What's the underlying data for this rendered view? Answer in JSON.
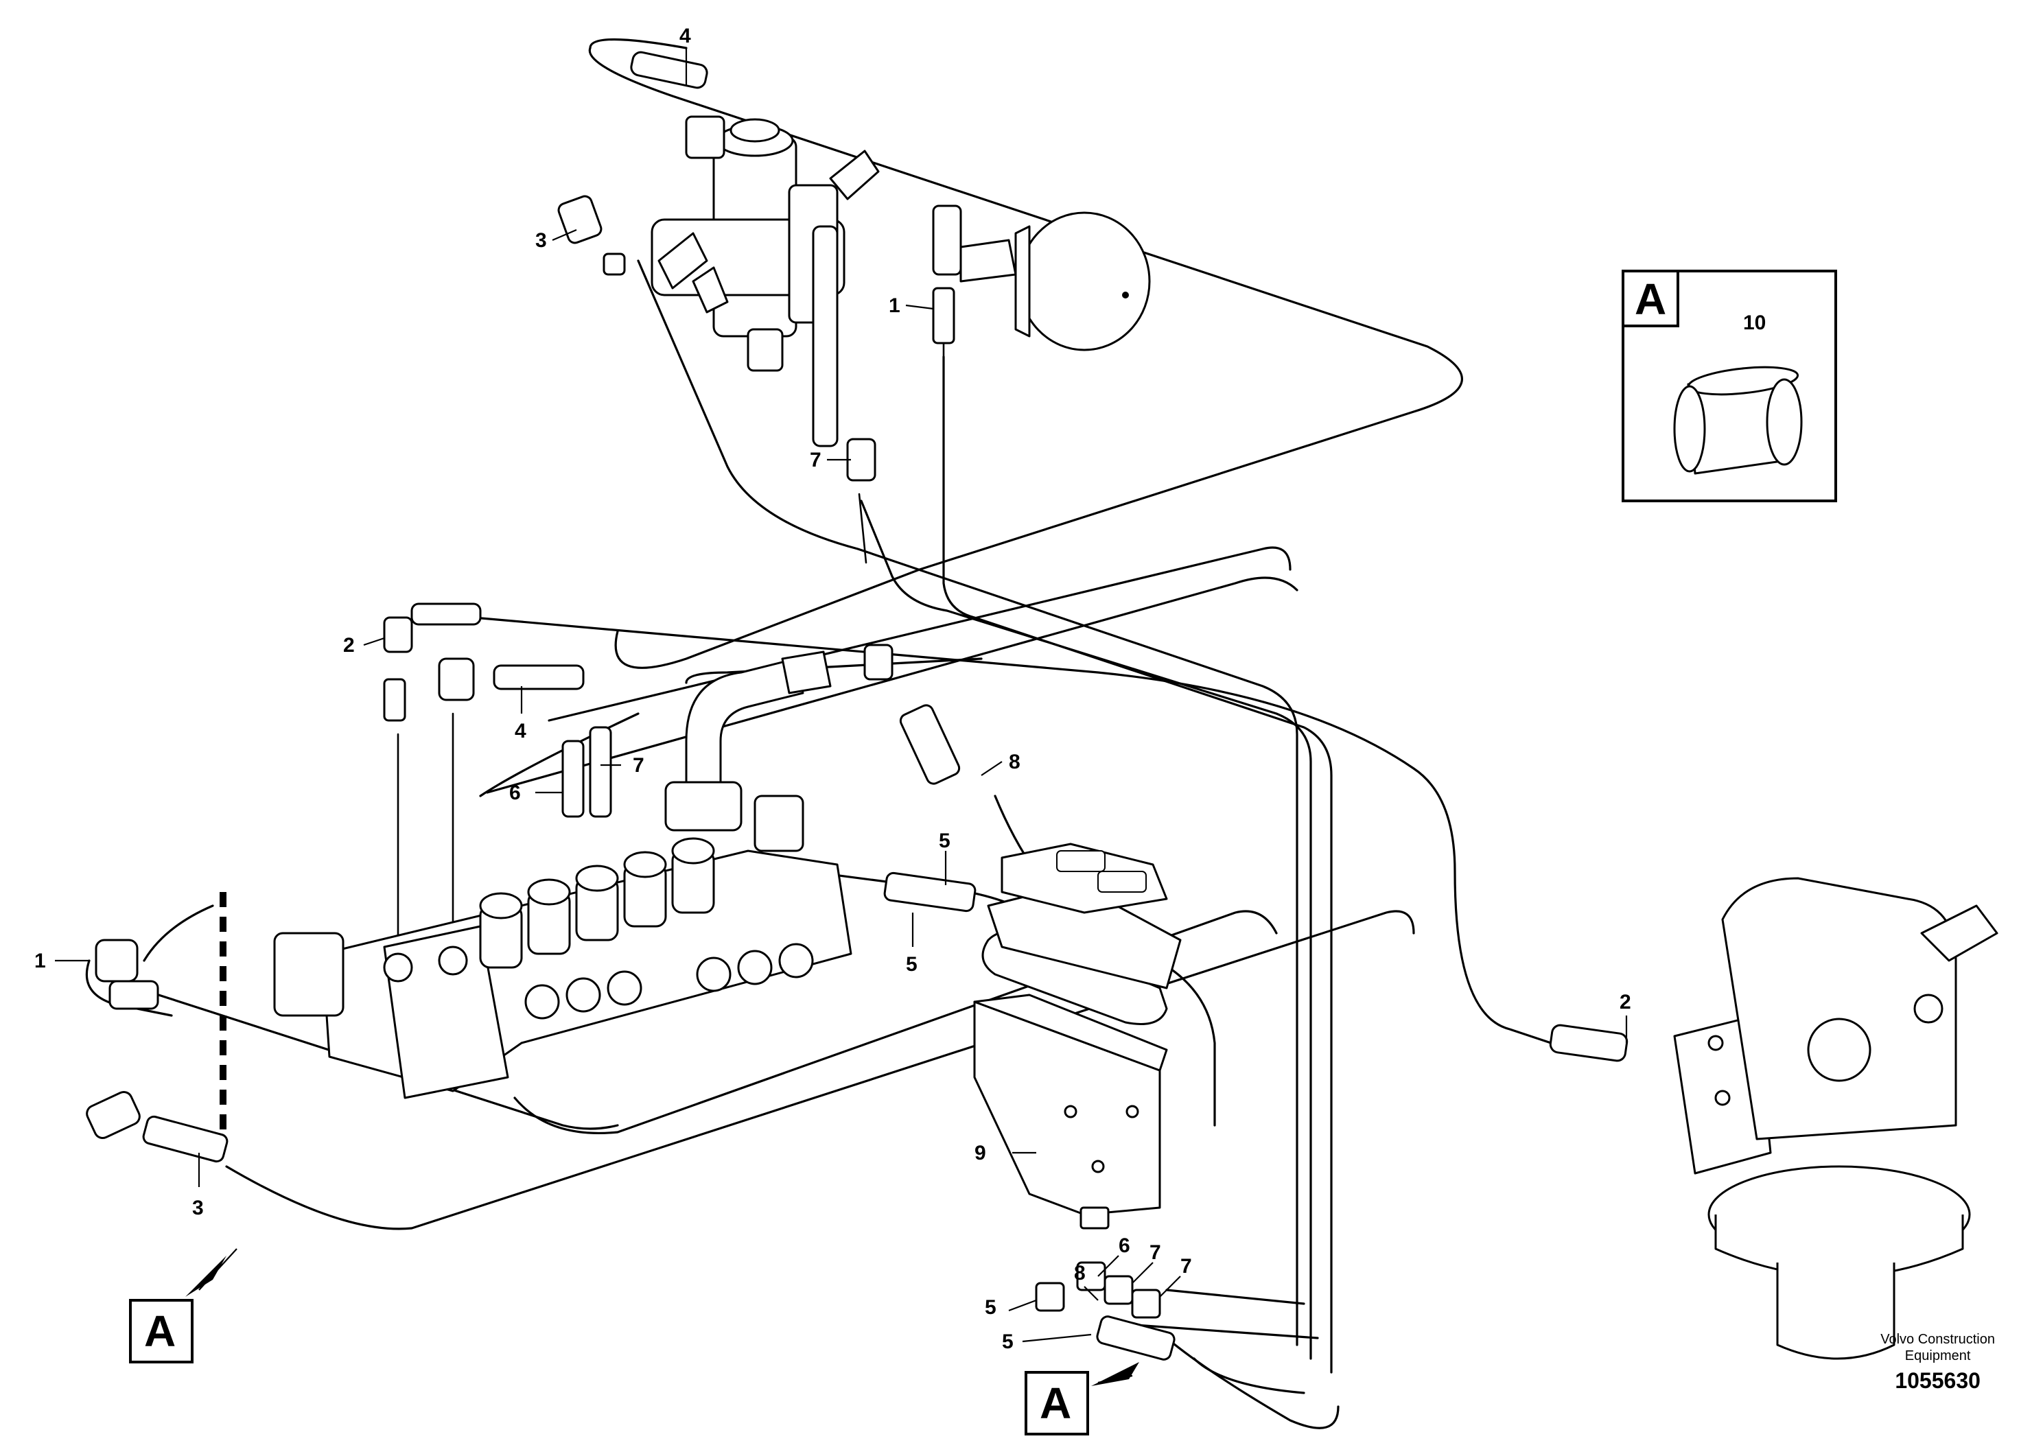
{
  "callouts": {
    "c1_top": "1",
    "c1_left": "1",
    "c2_left": "2",
    "c2_right": "2",
    "c3_top": "3",
    "c3_bottom": "3",
    "c4_top": "4",
    "c4_mid": "4",
    "c5_a": "5",
    "c5_b": "5",
    "c5_c": "5",
    "c5_d": "5",
    "c6_mid": "6",
    "c6_bottom": "6",
    "c7_top": "7",
    "c7_mid": "7",
    "c7_b1": "7",
    "c7_b2": "7",
    "c8_mid": "8",
    "c8_bottom": "8",
    "c9": "9",
    "c10": "10"
  },
  "detail_view": {
    "letter": "A"
  },
  "view_markers": {
    "left": "A",
    "bottom": "A"
  },
  "credit": {
    "line1": "Volvo Construction",
    "line2": "Equipment",
    "figure_number": "1055630"
  }
}
